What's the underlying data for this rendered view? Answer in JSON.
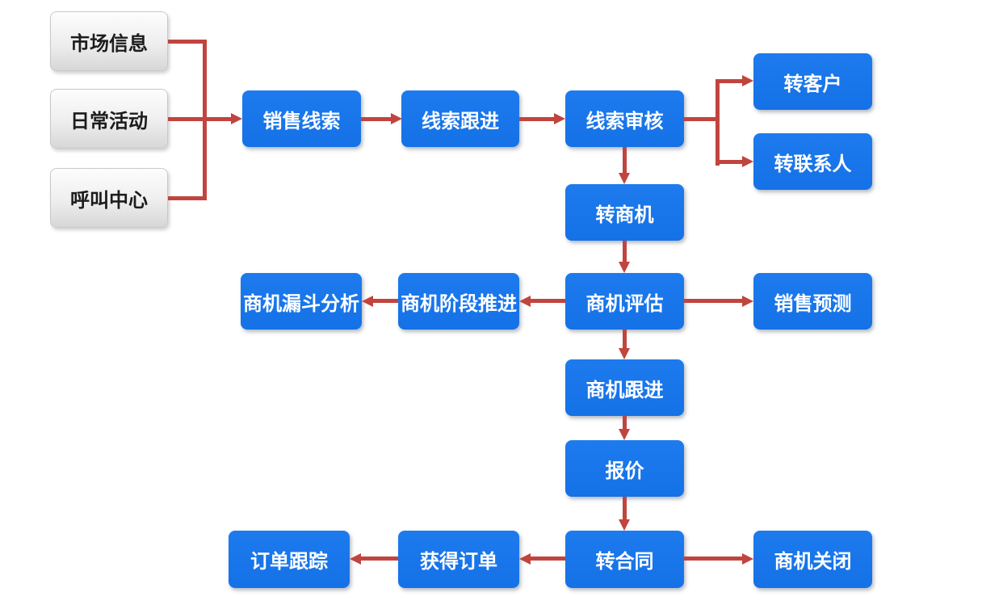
{
  "flow": {
    "colors": {
      "node_blue": "#1673e8",
      "node_text": "#ffffff",
      "source_box_top": "#fdfdfd",
      "source_box_bottom": "#d7d7d7",
      "source_text": "#1c1c1c",
      "arrow_red": "#c1443e",
      "background": "#ffffff"
    },
    "sources": {
      "market_info": "市场信息",
      "daily_activity": "日常活动",
      "call_center": "呼叫中心"
    },
    "nodes": {
      "sales_lead": "销售线索",
      "lead_followup": "线索跟进",
      "lead_review": "线索审核",
      "to_customer": "转客户",
      "to_contact": "转联系人",
      "to_opportunity": "转商机",
      "opportunity_evaluation": "商机评估",
      "opportunity_stage_advance": "商机阶段推进",
      "opportunity_funnel_analysis": "商机漏斗分析",
      "sales_forecast": "销售预测",
      "opportunity_followup": "商机跟进",
      "quotation": "报价",
      "to_contract": "转合同",
      "order_won": "获得订单",
      "order_tracking": "订单跟踪",
      "opportunity_closed": "商机关闭"
    }
  }
}
